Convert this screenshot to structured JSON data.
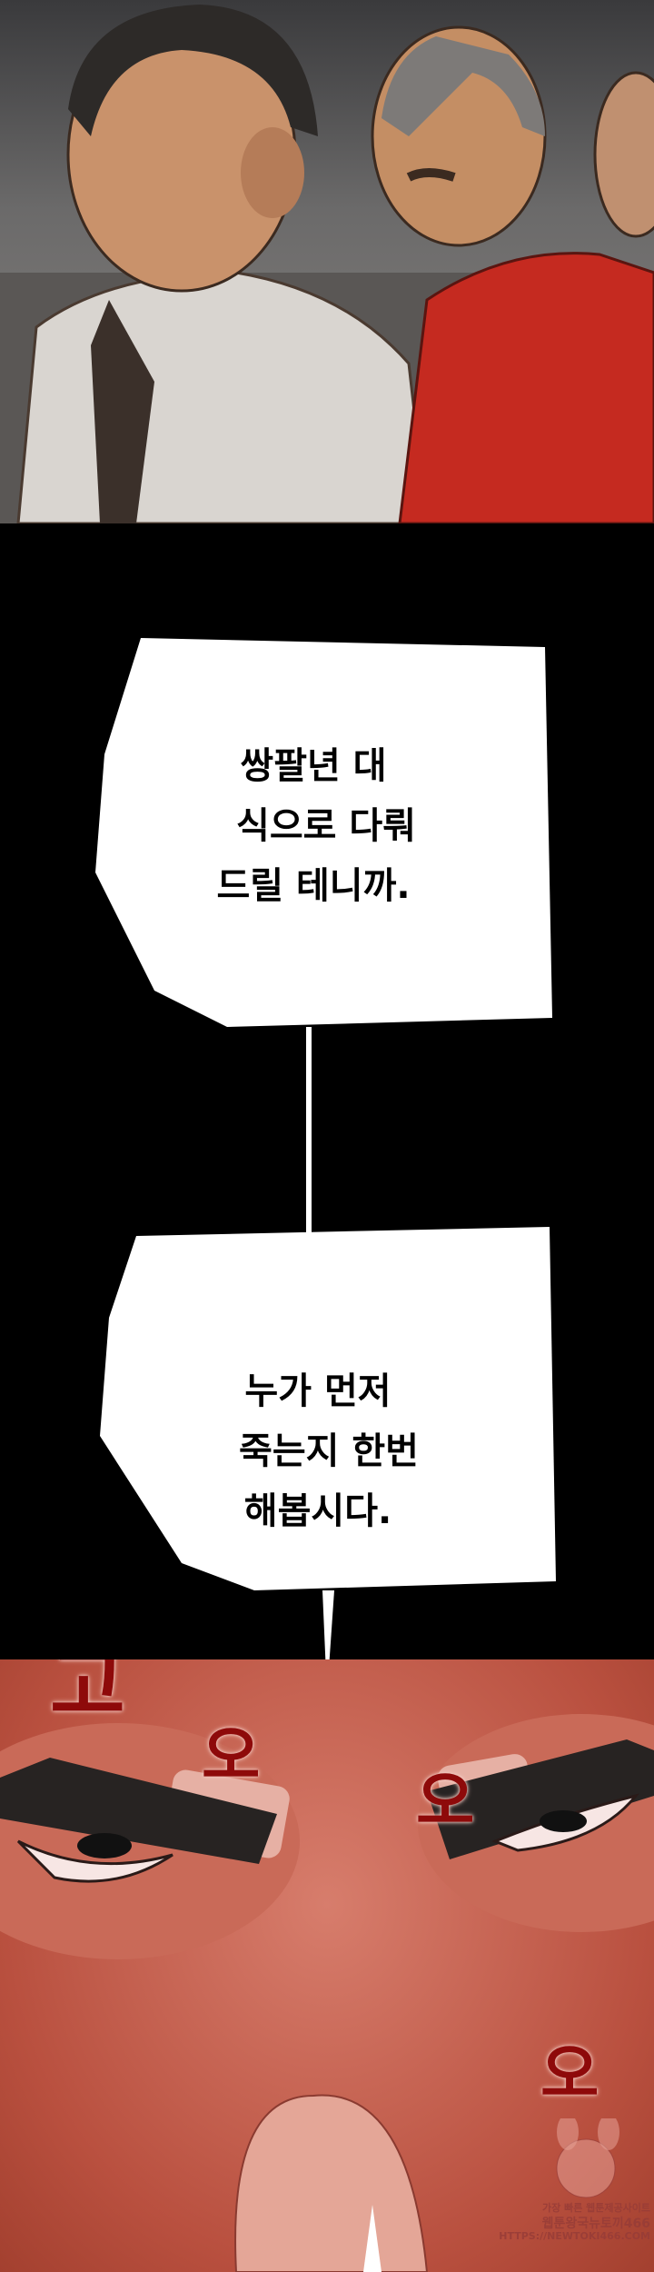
{
  "bubbles": [
    {
      "lines": [
        "쌍팔년 대",
        "식으로 다뤄",
        "드릴 테니까."
      ]
    },
    {
      "lines": [
        "누가 먼저",
        "죽는지 한번",
        "해봅시다."
      ]
    }
  ],
  "sfx": [
    "고",
    "오",
    "오",
    "오"
  ],
  "watermark": {
    "line1": "가장 빠른 웹툰제공사이트",
    "line2": "웹툰왕국뉴토끼466",
    "line3": "HTTPS://NEWTOKI466.COM"
  },
  "colors": {
    "panel_bg": "#000000",
    "skin_red": "#c4604f",
    "jacket_red": "#c0271f",
    "sfx_red": "#8e0a0a"
  }
}
